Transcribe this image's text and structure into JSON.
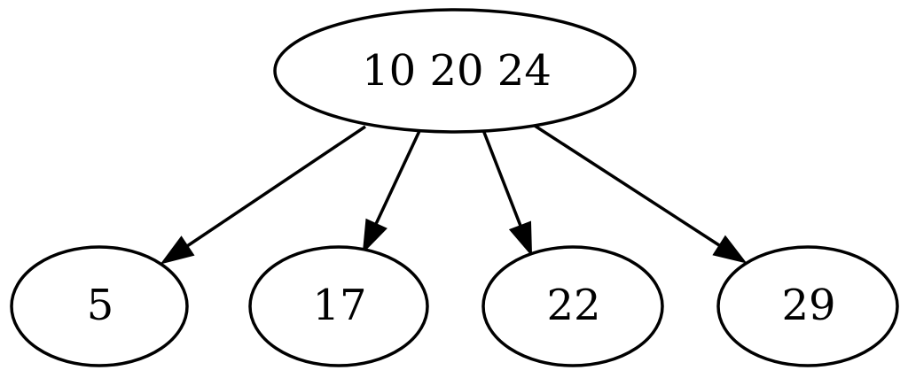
{
  "diagram": {
    "type": "directed-graph",
    "background_color": "#ffffff",
    "stroke_color": "#000000",
    "nodes": [
      {
        "id": "root",
        "label": "10 20 24",
        "shape": "ellipse"
      },
      {
        "id": "n5",
        "label": "5",
        "shape": "ellipse"
      },
      {
        "id": "n17",
        "label": "17",
        "shape": "ellipse"
      },
      {
        "id": "n22",
        "label": "22",
        "shape": "ellipse"
      },
      {
        "id": "n29",
        "label": "29",
        "shape": "ellipse"
      }
    ],
    "edges": [
      {
        "from": "root",
        "to": "n5",
        "arrowhead": "filled-triangle"
      },
      {
        "from": "root",
        "to": "n17",
        "arrowhead": "filled-triangle"
      },
      {
        "from": "root",
        "to": "n22",
        "arrowhead": "filled-triangle"
      },
      {
        "from": "root",
        "to": "n29",
        "arrowhead": "filled-triangle"
      }
    ]
  }
}
